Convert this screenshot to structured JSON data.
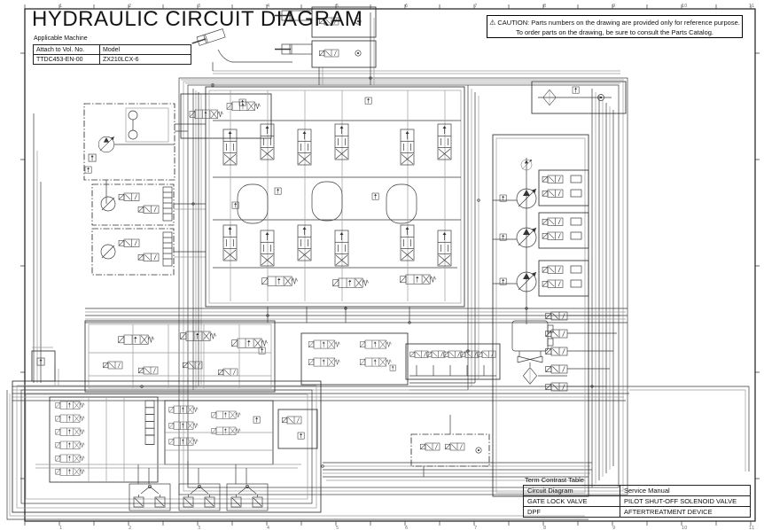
{
  "page": {
    "title": "HYDRAULIC CIRCUIT DIAGRAM"
  },
  "applicable_machine": {
    "label": "Applicable Machine",
    "headers": [
      "Attach to Vol. No.",
      "Model"
    ],
    "values": [
      "TTDC453-EN-00",
      "ZX210LCX-6"
    ]
  },
  "caution": {
    "icon": "⚠",
    "line1": "CAUTION: Parts numbers on the drawing are provided only for reference purpose.",
    "line2": "To order parts on the drawing, be sure to consult the Parts Catalog."
  },
  "term_contrast_table": {
    "label": "Term Contrast Table",
    "headers": [
      "Circuit Diagram",
      "Service Manual"
    ],
    "rows": [
      [
        "GATE LOCK VALVE",
        "PILOT SHUT-OFF SOLENOID VALVE"
      ],
      [
        "DPF",
        "AFTERTREATMENT DEVICE"
      ]
    ]
  },
  "border_ruler": {
    "column_labels": [
      "1",
      "2",
      "3",
      "4",
      "5",
      "6",
      "7",
      "8",
      "9",
      "10",
      "11"
    ]
  },
  "colors": {
    "line": "#3a3a3a",
    "line_light": "#9b9b9b",
    "background": "#ffffff"
  }
}
